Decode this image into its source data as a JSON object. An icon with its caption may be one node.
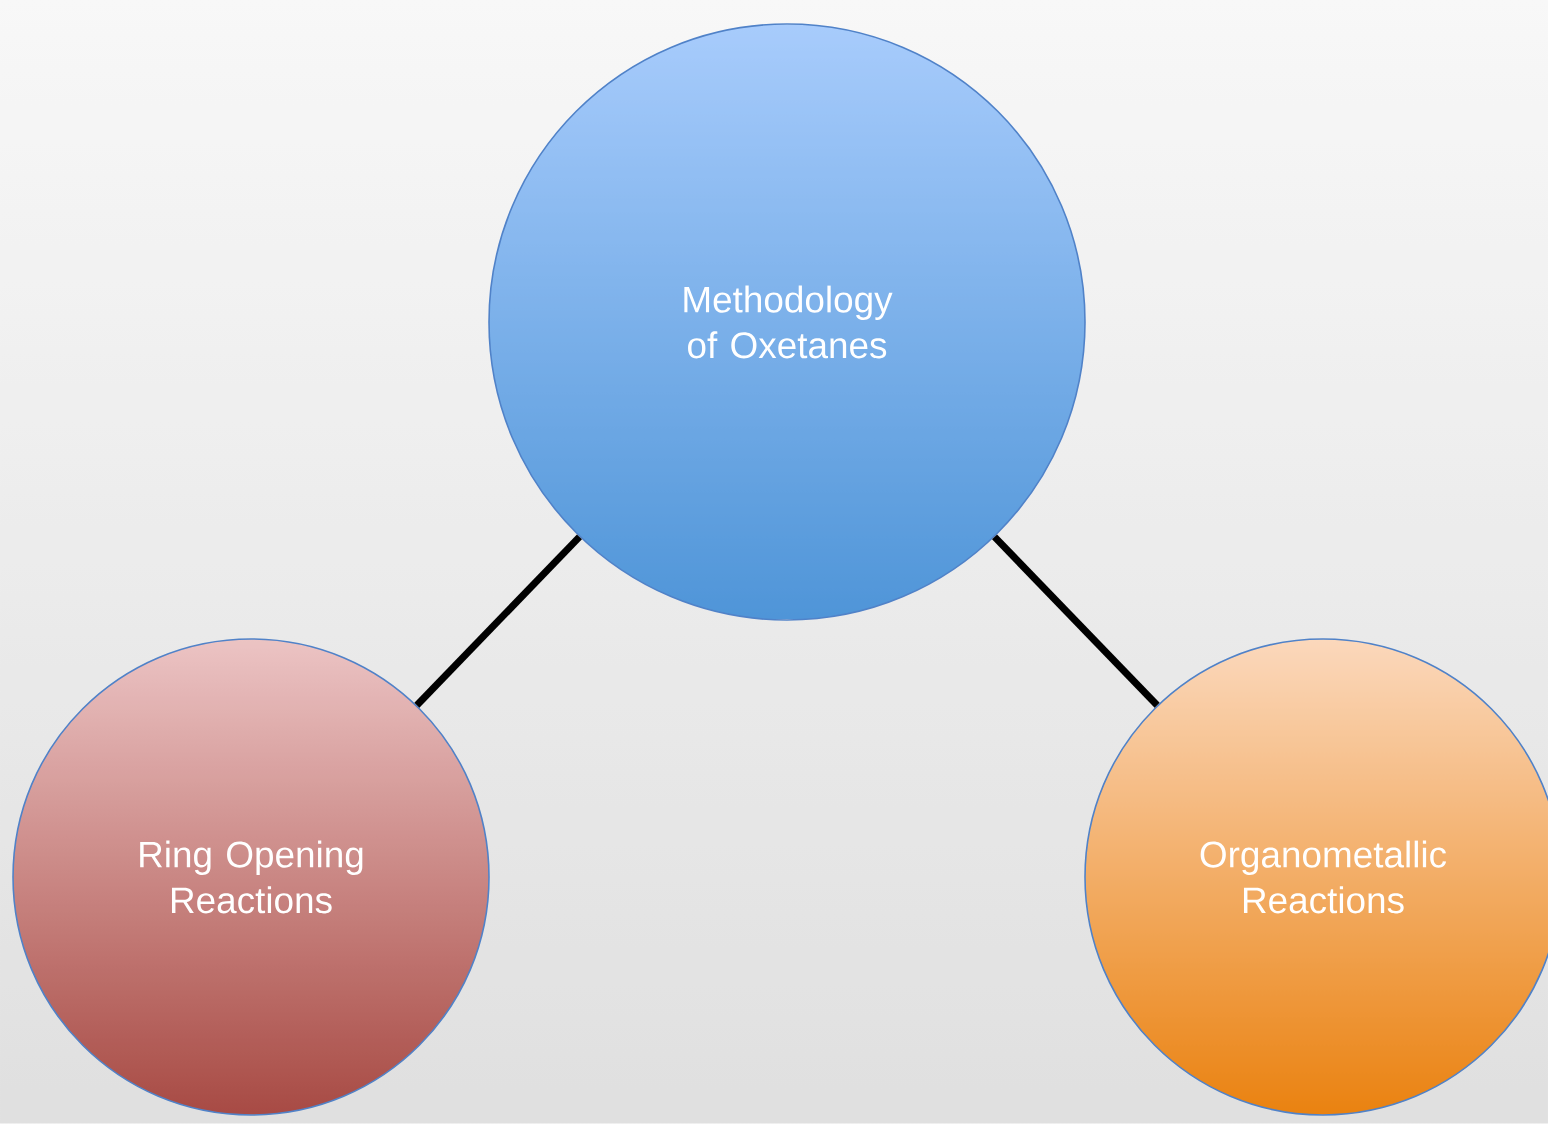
{
  "diagram": {
    "nodes": [
      {
        "text": [
          "Methodology of Oxetanes"
        ]
      },
      {
        "text": [
          "Ring Opening Reactions"
        ]
      },
      {
        "text": [
          "Organometallic Reactions"
        ]
      }
    ],
    "edges": [
      {
        "from": 0,
        "to": 1,
        "arrow": "none"
      },
      {
        "from": 0,
        "to": 2,
        "arrow": "none"
      }
    ]
  }
}
